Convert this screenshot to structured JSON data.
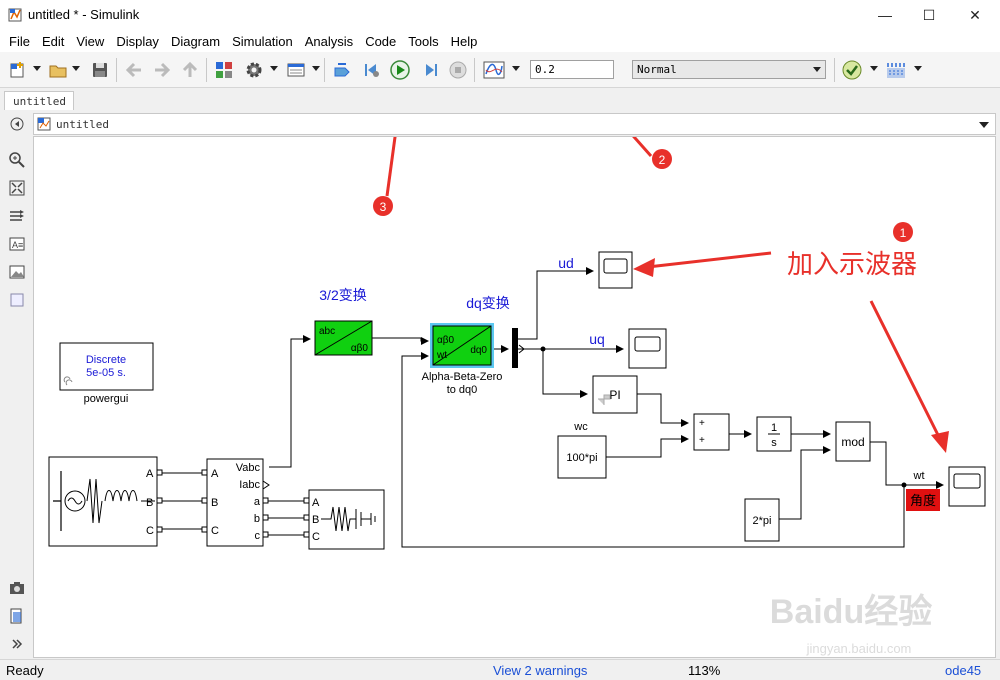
{
  "window": {
    "title": "untitled * - Simulink",
    "minimize_glyph": "—",
    "maximize_glyph": "☐",
    "close_glyph": "✕"
  },
  "menu": [
    "File",
    "Edit",
    "View",
    "Display",
    "Diagram",
    "Simulation",
    "Analysis",
    "Code",
    "Tools",
    "Help"
  ],
  "toolbar": {
    "stop_time": "0.2",
    "sim_mode": "Normal",
    "icons": [
      "new-model-icon",
      "open-icon",
      "save-icon",
      "back-icon",
      "forward-icon",
      "up-icon",
      "library-browser-icon",
      "model-settings-icon",
      "model-explorer-icon",
      "step-back-config-icon",
      "step-back-icon",
      "run-icon",
      "step-forward-icon",
      "stop-icon",
      "data-inspector-icon",
      "model-advisor-icon",
      "build-icon"
    ]
  },
  "tab": {
    "label": "untitled"
  },
  "address": {
    "path": "untitled"
  },
  "palette_icons": [
    "hide-browser-icon",
    "zoom-icon",
    "fit-view-icon",
    "route-lines-icon",
    "annotation-icon",
    "image-icon",
    "area-icon",
    "screenshot-icon",
    "model-browser-icon",
    "expand-icon"
  ],
  "diagram": {
    "powergui": {
      "line1": "Discrete",
      "line2": "5e-05 s.",
      "name": "powergui"
    },
    "source_ports": [
      "A",
      "B",
      "C"
    ],
    "measure_in_ports": [
      "A",
      "B",
      "C"
    ],
    "measure_out_top": [
      "Vabc",
      "Iabc"
    ],
    "measure_out_bottom": [
      "a",
      "b",
      "c"
    ],
    "load_ports": [
      "A",
      "B",
      "C"
    ],
    "abc_block": {
      "in": "abc",
      "out": "αβ0"
    },
    "label_32": "3/2变换",
    "dq_block": {
      "in1": "αβ0",
      "in2": "wt",
      "out": "dq0",
      "name_line1": "Alpha-Beta-Zero",
      "name_line2": "to dq0"
    },
    "label_dq": "dq变换",
    "signal_ud": "ud",
    "signal_uq": "uq",
    "pi_label": "PI",
    "wc_label": "wc",
    "const_100pi": "100*pi",
    "sum_signs": [
      "+",
      "+"
    ],
    "integrator": {
      "num": "1",
      "den": "s"
    },
    "mod_label": "mod",
    "const_2pi": "2*pi",
    "wt_label": "wt",
    "angle_label": "角度",
    "annotation_text": "加入示波器",
    "markers": [
      "1",
      "2",
      "3"
    ],
    "watermark": "Baidu经验",
    "watermark_url": "jingyan.baidu.com"
  },
  "status": {
    "ready": "Ready",
    "warnings": "View 2 warnings",
    "zoom": "113%",
    "solver": "ode45"
  },
  "colors": {
    "accent_blue": "#1a1ad6",
    "block_green": "#10d010",
    "annotation_red": "#e8302a",
    "angle_bg": "#e01010"
  }
}
